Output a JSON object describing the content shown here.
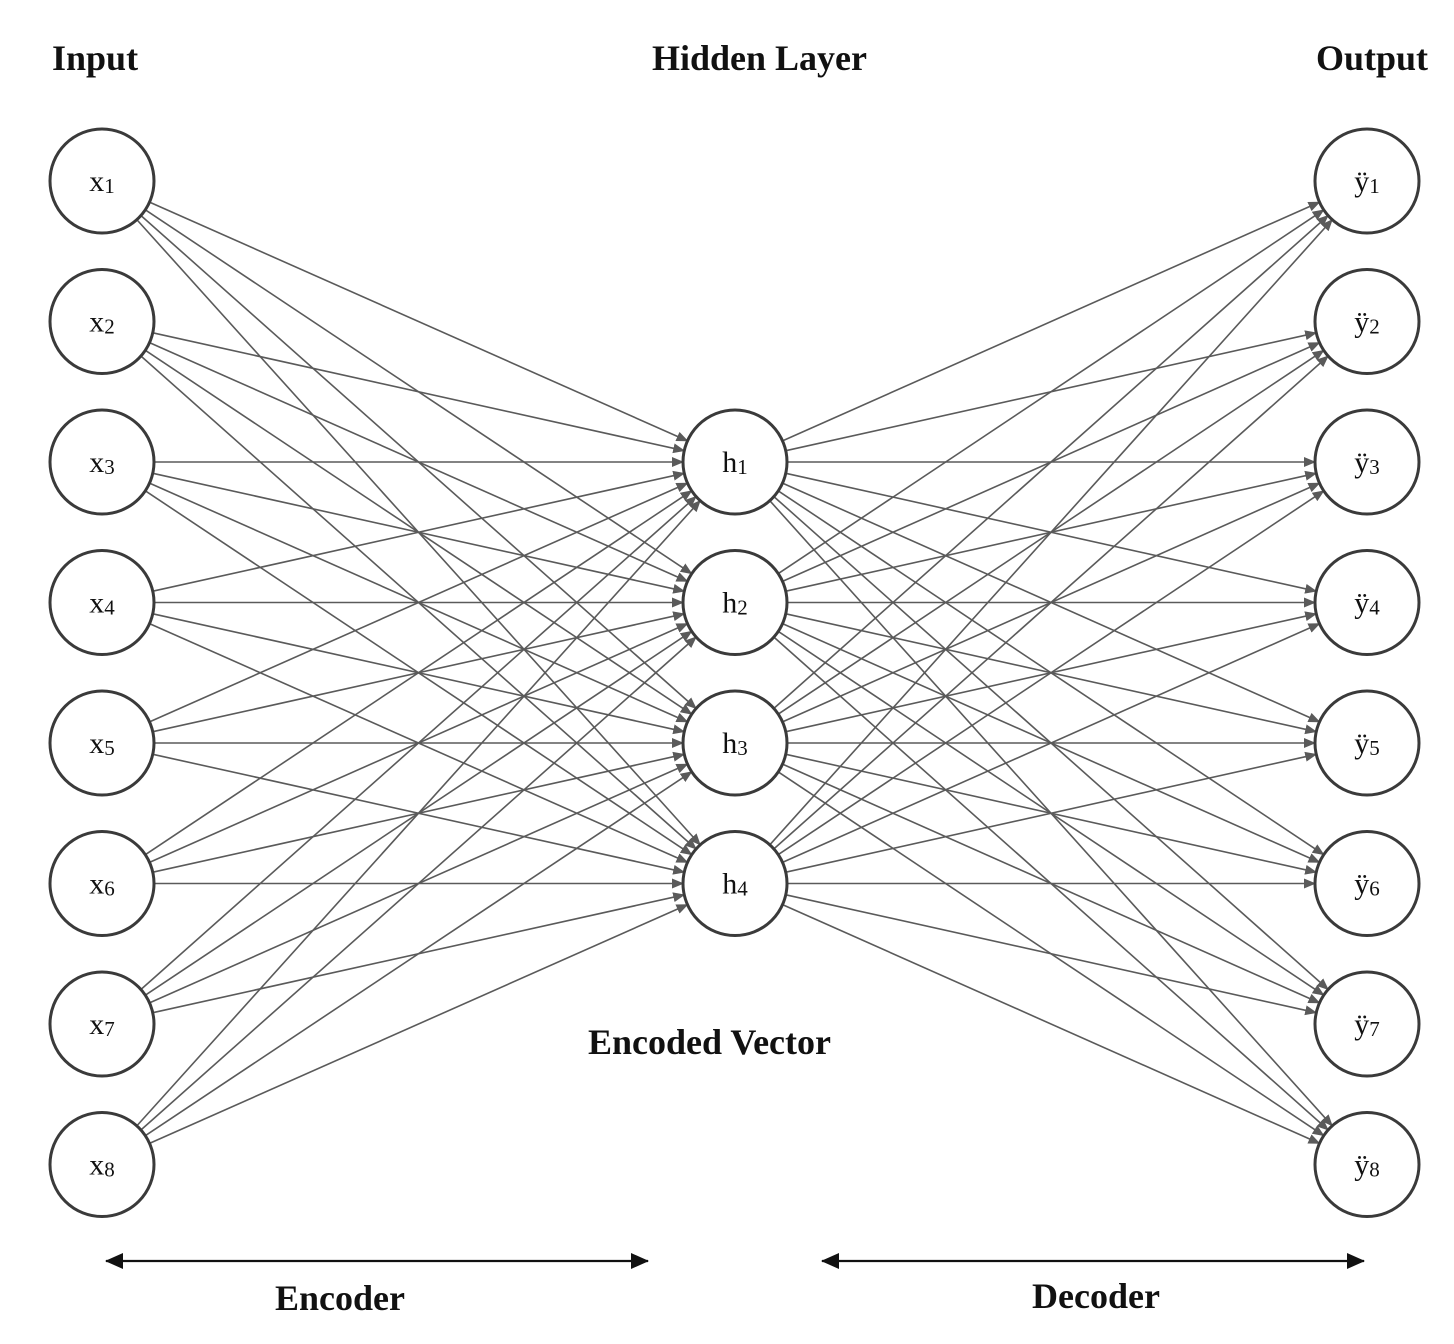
{
  "headings": {
    "input": "Input",
    "hidden": "Hidden Layer",
    "output": "Output",
    "encoded": "Encoded Vector",
    "encoder": "Encoder",
    "decoder": "Decoder"
  },
  "layers": {
    "input": [
      {
        "id": "x1",
        "base": "x",
        "sub": "1"
      },
      {
        "id": "x2",
        "base": "x",
        "sub": "2"
      },
      {
        "id": "x3",
        "base": "x",
        "sub": "3"
      },
      {
        "id": "x4",
        "base": "x",
        "sub": "4"
      },
      {
        "id": "x5",
        "base": "x",
        "sub": "5"
      },
      {
        "id": "x6",
        "base": "x",
        "sub": "6"
      },
      {
        "id": "x7",
        "base": "x",
        "sub": "7"
      },
      {
        "id": "x8",
        "base": "x",
        "sub": "8"
      }
    ],
    "hidden": [
      {
        "id": "h1",
        "base": "h",
        "sub": "1"
      },
      {
        "id": "h2",
        "base": "h",
        "sub": "2"
      },
      {
        "id": "h3",
        "base": "h",
        "sub": "3"
      },
      {
        "id": "h4",
        "base": "h",
        "sub": "4"
      }
    ],
    "output": [
      {
        "id": "y1",
        "base": "ÿ",
        "sub": "1"
      },
      {
        "id": "y2",
        "base": "ÿ",
        "sub": "2"
      },
      {
        "id": "y3",
        "base": "ÿ",
        "sub": "3"
      },
      {
        "id": "y4",
        "base": "ÿ",
        "sub": "4"
      },
      {
        "id": "y5",
        "base": "ÿ",
        "sub": "5"
      },
      {
        "id": "y6",
        "base": "ÿ",
        "sub": "6"
      },
      {
        "id": "y7",
        "base": "ÿ",
        "sub": "7"
      },
      {
        "id": "y8",
        "base": "ÿ",
        "sub": "8"
      }
    ]
  },
  "connectivity": "fully-connected",
  "colors": {
    "edge": "#5a5a5a",
    "node_stroke": "#3a3a3a",
    "text": "#111111"
  }
}
